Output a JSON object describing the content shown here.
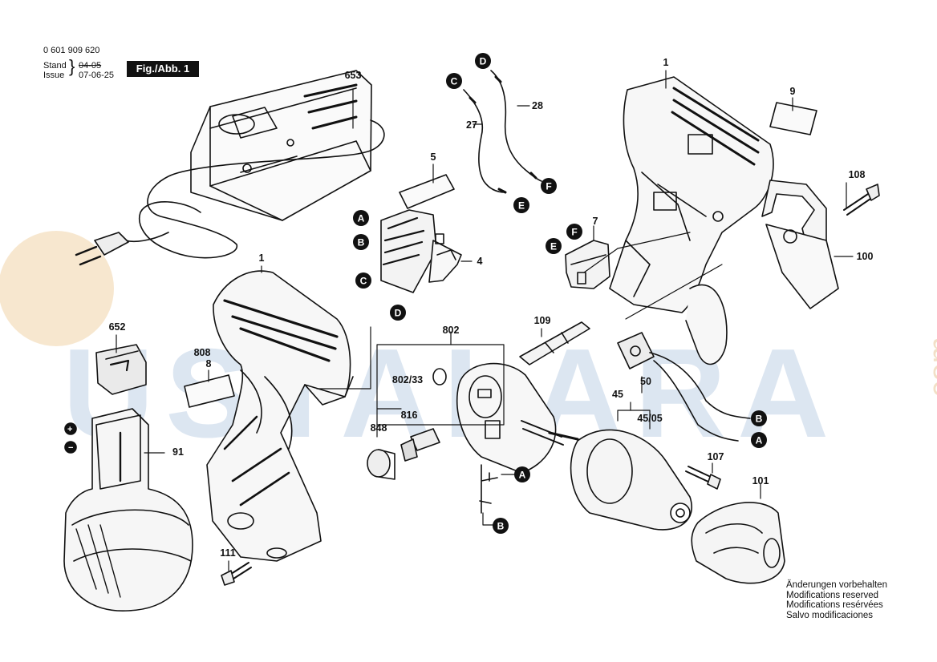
{
  "header": {
    "part_number": "0 601 909 620",
    "stand_label": "Stand",
    "issue_label": "Issue",
    "old_date": "04-05",
    "issue_date": "07-06-25",
    "figure_label": "Fig./Abb. 1"
  },
  "watermark": {
    "text": "USTALARA",
    "suffix": ".com"
  },
  "part_labels": [
    "1",
    "1",
    "9",
    "108",
    "100",
    "653",
    "5",
    "4",
    "27",
    "28",
    "7",
    "652",
    "808",
    "8",
    "802",
    "802/33",
    "109",
    "848",
    "816",
    "91",
    "50",
    "45",
    "45/05",
    "107",
    "101",
    "111"
  ],
  "connectors": [
    "A",
    "B",
    "C",
    "D",
    "E",
    "F",
    "C",
    "D",
    "E",
    "F",
    "A",
    "B",
    "A",
    "B"
  ],
  "notes": [
    "Änderungen vorbehalten",
    "Modifications reserved",
    "Modifications resérvées",
    "Salvo modificaciones"
  ],
  "colors": {
    "ink": "#111111",
    "watermark_blue": "#aec4e0",
    "watermark_orange": "#f1d3a8"
  }
}
